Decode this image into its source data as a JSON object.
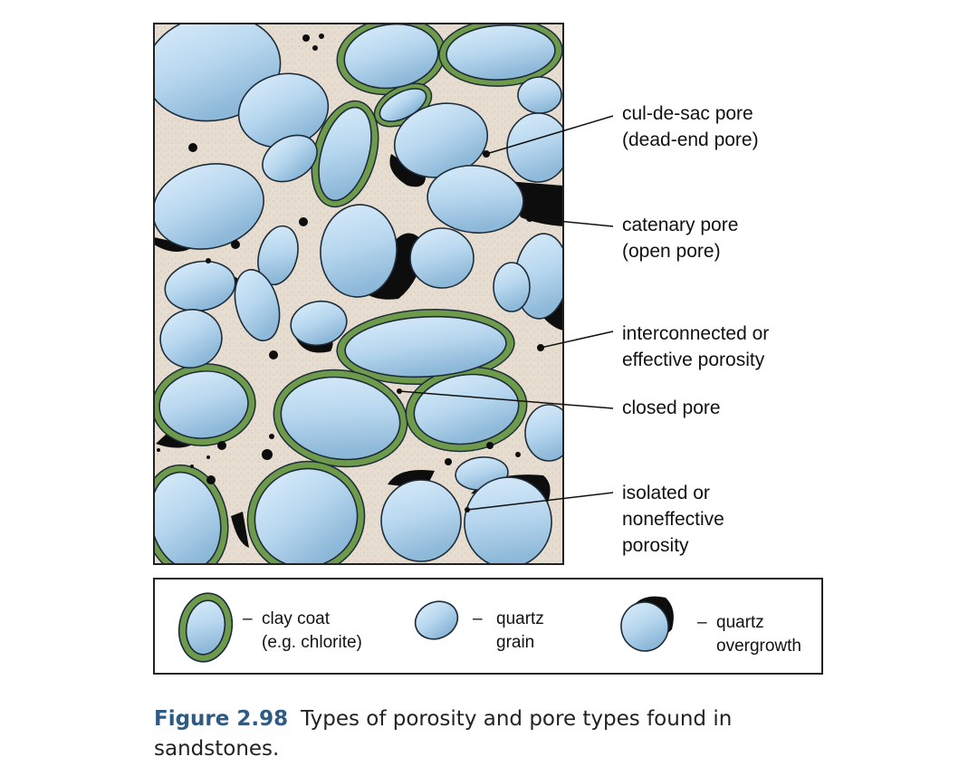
{
  "labels": {
    "cul_de_sac": "cul-de-sac pore\n(dead-end pore)",
    "catenary": "catenary pore\n(open pore)",
    "interconnected": "interconnected or\neffective porosity",
    "closed": "closed pore",
    "isolated": "isolated or\nnoneffective\nporosity"
  },
  "legend": {
    "clay_coat": "clay coat\n(e.g. chlorite)",
    "quartz_grain": "quartz\ngrain",
    "quartz_overgrowth": "quartz\novergrowth",
    "dash": "–"
  },
  "caption": {
    "number": "Figure 2.98",
    "text": "Types of porosity and pore types found in sandstones."
  },
  "colors": {
    "grain_fill": "#b9d8ef",
    "grain_edge": "#1e2c3a",
    "clay": "#6e9a4c",
    "matrix": "#e6ddd0",
    "overgrowth": "#0d0d0d",
    "caption_number": "#2f5a84"
  }
}
